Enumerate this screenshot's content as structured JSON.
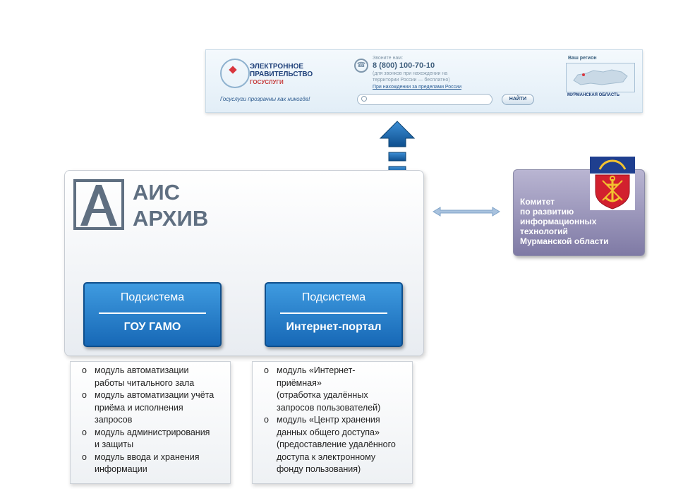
{
  "banner": {
    "title_l1": "ЭЛЕКТРОННОЕ",
    "title_l2": "ПРАВИТЕЛЬСТВО",
    "title_l3": "ГОСУСЛУГИ",
    "slogan": "Госуслуги прозрачны как никогда!",
    "call_label": "Звоните нам:",
    "phone": "8 (800) 100-70-10",
    "note": "(для звонков при нахождении на территории России — бесплатно)",
    "abroad_link": "При нахождении за пределами России",
    "search_button": "НАЙТИ",
    "region_label": "Ваш регион",
    "region_name": "МУРМАНСКАЯ ОБЛАСТЬ"
  },
  "ais": {
    "title_l1": "АИС",
    "title_l2": "АРХИВ"
  },
  "subsystems": [
    {
      "label": "Подсистема",
      "name": "ГОУ ГАМО"
    },
    {
      "label": "Подсистема",
      "name": "Интернет-портал"
    }
  ],
  "left_list": {
    "i1a": "модуль автоматизации",
    "i1b": "работы читального зала",
    "i2a": "модуль автоматизации учёта",
    "i2b": "приёма и исполнения",
    "i2c": "запросов",
    "i3a": "модуль администрирования",
    "i3b": "и защиты",
    "i4a": "модуль ввода и хранения",
    "i4b": "информации"
  },
  "right_list": {
    "i1a": "модуль «Интернет-",
    "i1b": "приёмная»",
    "i1c": "(отработка удалённых",
    "i1d": "запросов пользователей)",
    "i2a": "модуль «Центр хранения",
    "i2b": "данных общего доступа»",
    "i2c": "(предоставление удалённого",
    "i2d": "доступа к электронному",
    "i2e": "фонду пользования)"
  },
  "committee": {
    "l1": "Комитет",
    "l2": "по развитию",
    "l3": "информационных",
    "l4": "технологий",
    "l5": "Мурманской области"
  },
  "colors": {
    "accent_blue": "#1768b6",
    "committee_purple": "#8a86b0",
    "ais_gray": "#5f6f81"
  }
}
